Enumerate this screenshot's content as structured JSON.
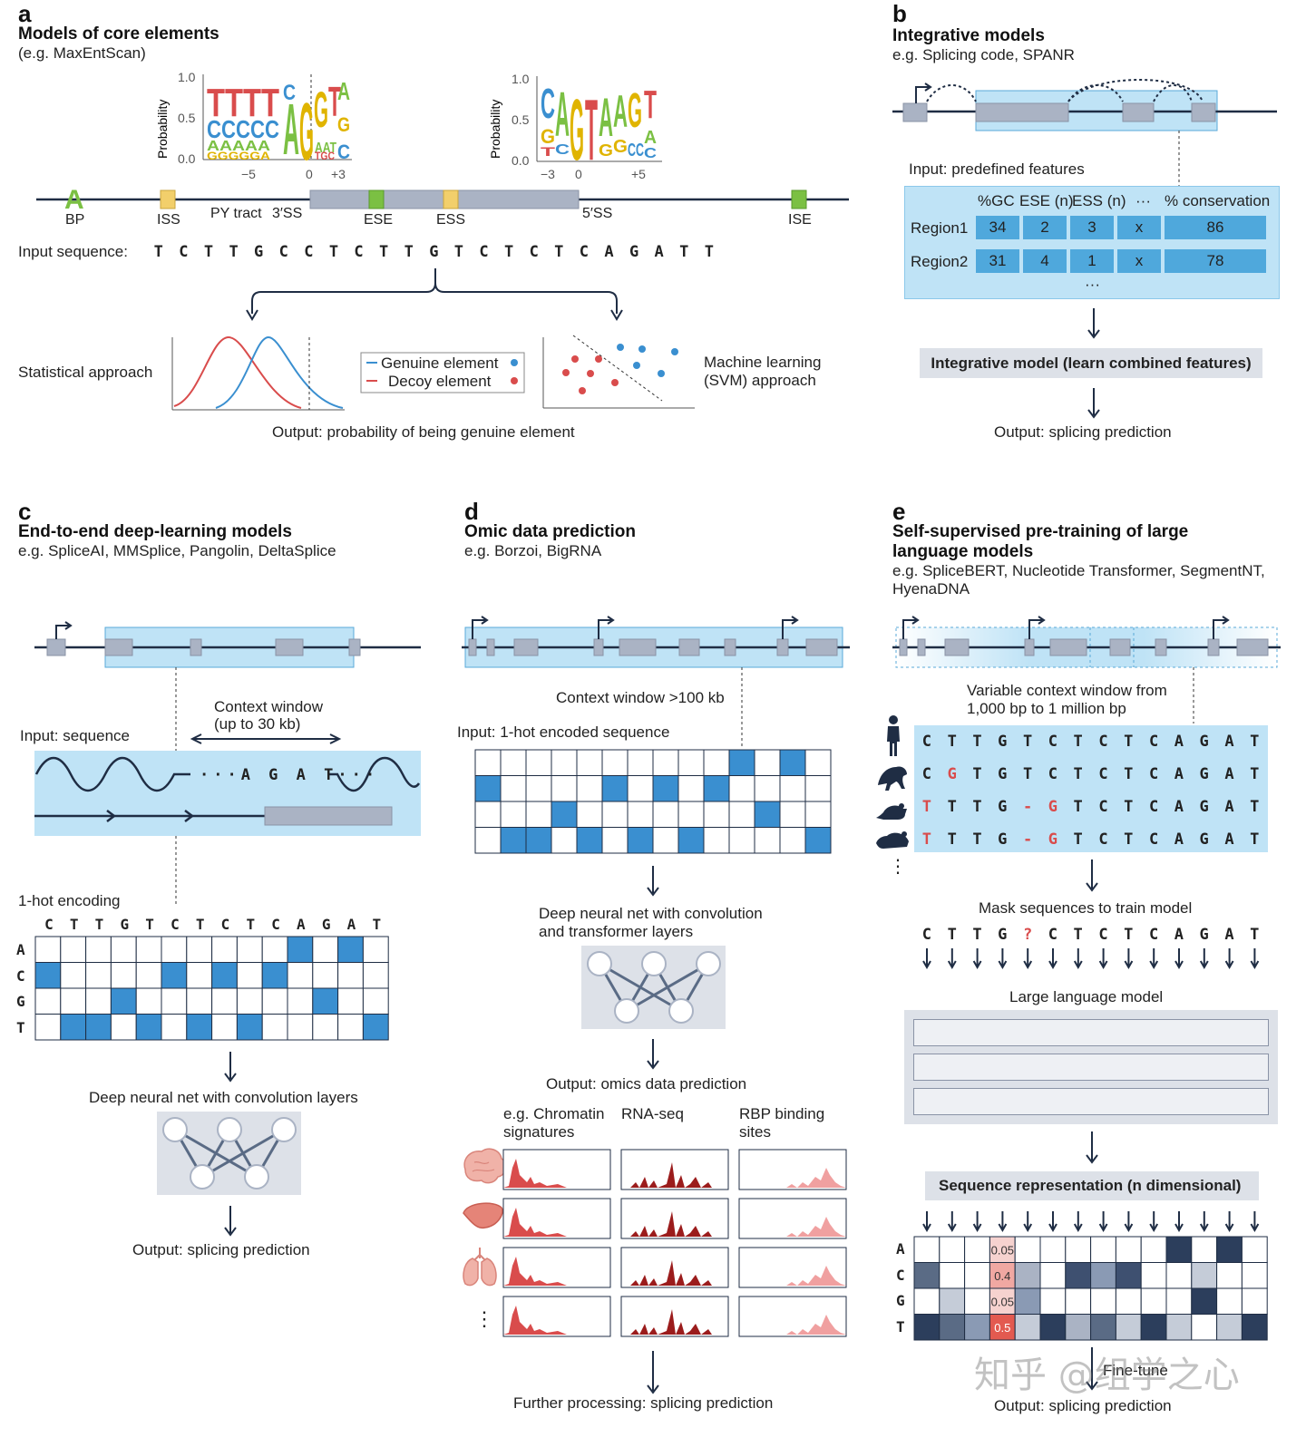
{
  "panel_a": {
    "letter": "a",
    "title": "Models of core elements",
    "subtitle": "(e.g. MaxEntScan)",
    "logo_left": {
      "ylabel": "Probability",
      "yticks": [
        "1.0",
        "0.5",
        "0.0"
      ],
      "xticks": [
        "−5",
        "0",
        "+3"
      ]
    },
    "logo_right": {
      "ylabel": "Probability",
      "yticks": [
        "1.0",
        "0.5",
        "0.0"
      ],
      "xticks": [
        "−3",
        "0",
        "+5"
      ]
    },
    "gene_labels": {
      "bp": "BP",
      "iss": "ISS",
      "py": "PY tract",
      "ss3": "3′SS",
      "ese": "ESE",
      "ess": "ESS",
      "ss5": "5′SS",
      "ise": "ISE"
    },
    "bp_glyph": "A",
    "input_label": "Input sequence:",
    "sequence": [
      "T",
      "C",
      "T",
      "T",
      "G",
      "C",
      "C",
      "T",
      "C",
      "T",
      "T",
      "G",
      "T",
      "C",
      "T",
      "C",
      "T",
      "C",
      "A",
      "G",
      "A",
      "T",
      "T"
    ],
    "statistical": "Statistical approach",
    "legend_genuine": "Genuine element",
    "legend_decoy": "Decoy element",
    "ml_label_1": "Machine learning",
    "ml_label_2": "(SVM) approach",
    "output": "Output: probability of being genuine element"
  },
  "panel_b": {
    "letter": "b",
    "title": "Integrative models",
    "subtitle": "e.g. Splicing code, SPANR",
    "input_label": "Input: predefined features",
    "headers": [
      "%GC",
      "ESE (n)",
      "ESS (n)",
      "···",
      "% conservation"
    ],
    "rows": [
      {
        "name": "Region1",
        "values": [
          "34",
          "2",
          "3",
          "x",
          "86"
        ]
      },
      {
        "name": "Region2",
        "values": [
          "31",
          "4",
          "1",
          "x",
          "78"
        ]
      }
    ],
    "ellipsis": "···",
    "model_label": "Integrative model (learn combined features)",
    "output": "Output: splicing prediction"
  },
  "panel_c": {
    "letter": "c",
    "title": "End-to-end deep-learning models",
    "subtitle": "e.g. SpliceAI, MMSplice, Pangolin, DeltaSplice",
    "input_label": "Input: sequence",
    "context_1": "Context window",
    "context_2": "(up to 30 kb)",
    "wave_seq": "···A G A T···",
    "onehot_label": "1-hot encoding",
    "onehot_cols": [
      "C",
      "T",
      "T",
      "G",
      "T",
      "C",
      "T",
      "C",
      "T",
      "C",
      "A",
      "G",
      "A",
      "T"
    ],
    "onehot_rows": [
      "A",
      "C",
      "G",
      "T"
    ],
    "nn_label": "Deep neural net with convolution layers",
    "output": "Output: splicing prediction"
  },
  "panel_d": {
    "letter": "d",
    "title": "Omic data prediction",
    "subtitle": "e.g. Borzoi, BigRNA",
    "context": "Context window >100 kb",
    "input_label": "Input: 1-hot encoded sequence",
    "nn_label_1": "Deep neural net with convolution",
    "nn_label_2": "and transformer layers",
    "output_label": "Output: omics data prediction",
    "col_1a": "e.g. Chromatin",
    "col_1b": "signatures",
    "col_2": "RNA-seq",
    "col_3a": "RBP binding",
    "col_3b": "sites",
    "vdots": "⋮",
    "further": "Further processing: splicing prediction"
  },
  "panel_e": {
    "letter": "e",
    "title_1": "Self-supervised pre-training of large",
    "title_2": "language models",
    "subtitle_1": "e.g. SpliceBERT, Nucleotide Transformer, SegmentNT,",
    "subtitle_2": "HyenaDNA",
    "context_1": "Variable context window from",
    "context_2": "1,000 bp to 1 million bp",
    "alignment": [
      [
        "C",
        "T",
        "T",
        "G",
        "T",
        "C",
        "T",
        "C",
        "T",
        "C",
        "A",
        "G",
        "A",
        "T"
      ],
      [
        "C",
        "G",
        "T",
        "G",
        "T",
        "C",
        "T",
        "C",
        "T",
        "C",
        "A",
        "G",
        "A",
        "T"
      ],
      [
        "T",
        "T",
        "T",
        "G",
        "-",
        "G",
        "T",
        "C",
        "T",
        "C",
        "A",
        "G",
        "A",
        "T"
      ],
      [
        "T",
        "T",
        "T",
        "G",
        "-",
        "G",
        "T",
        "C",
        "T",
        "C",
        "A",
        "G",
        "A",
        "T"
      ]
    ],
    "vdots": "⋮",
    "mask_label": "Mask sequences to train model",
    "masked_seq": [
      "C",
      "T",
      "T",
      "G",
      "?",
      "C",
      "T",
      "C",
      "T",
      "C",
      "A",
      "G",
      "A",
      "T"
    ],
    "llm_label": "Large language model",
    "repr_label": "Sequence representation (n dimensional)",
    "rep_rows": [
      "A",
      "C",
      "G",
      "T"
    ],
    "rep_values": [
      "0.05",
      "0.4",
      "0.05",
      "0.5"
    ],
    "finetune": "Fine-tune",
    "output": "Output: splicing prediction"
  },
  "watermark": "知乎 @组学之心",
  "colors": {
    "blue": "#3a8fd0",
    "red": "#d94c4c",
    "navy": "#1f2d44",
    "light_blue": "#bfe3f6",
    "exon_gray": "#aab3c4"
  }
}
